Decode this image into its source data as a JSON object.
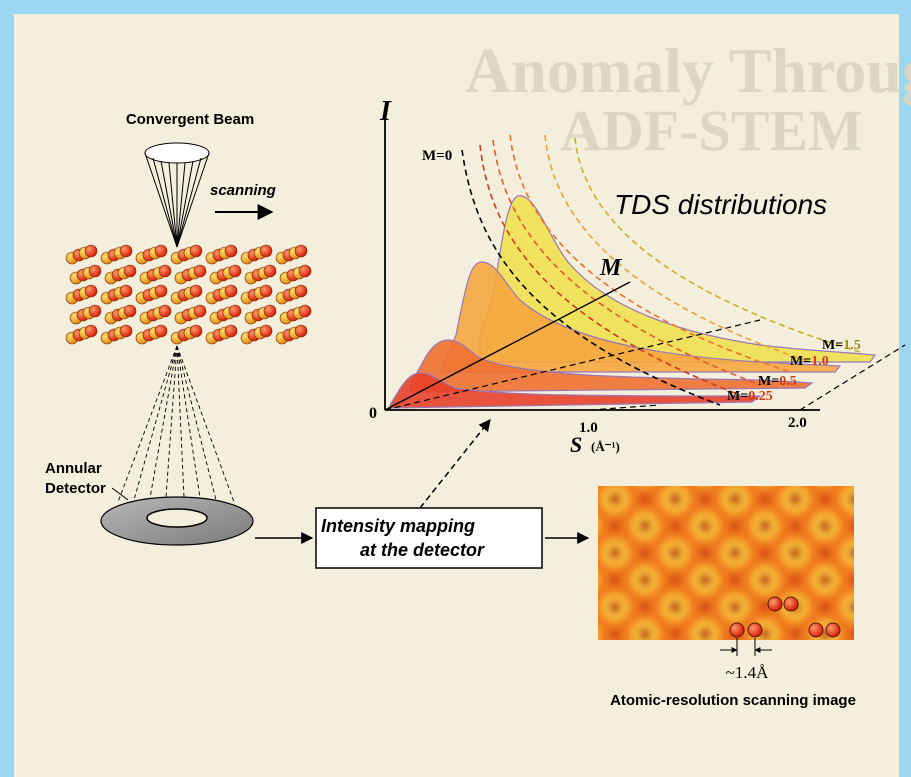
{
  "top_labels": {
    "beam": "Convergent Beam",
    "scanning": "scanning",
    "detector_line1": "Annular",
    "detector_line2": "Detector"
  },
  "mapping_box": {
    "line1": "Intensity mapping",
    "line2": "at the detector"
  },
  "plot": {
    "y_axis": "I",
    "x_axis": "S",
    "x_unit": "(Å⁻¹)",
    "origin": "0",
    "tick_1": "1.0",
    "tick_2": "2.0",
    "m_axis": "M",
    "title": "TDS distributions",
    "m0_label": "M=0",
    "m_prefix": "M=",
    "m_values": [
      "0.25",
      "0.5",
      "1.0",
      "1.5"
    ],
    "colors": {
      "m025": "#e8402a",
      "m05": "#f07030",
      "m10": "#f5a640",
      "m15": "#f0e050",
      "value_text_red": "#d23a1a",
      "value_text_gold": "#9a8a20"
    }
  },
  "image_panel": {
    "scale": "~1.4Å",
    "caption": "Atomic-resolution scanning image"
  },
  "background_title_fragments": [
    "Anomaly Through In-situ High-te",
    "ADF-STEM"
  ]
}
